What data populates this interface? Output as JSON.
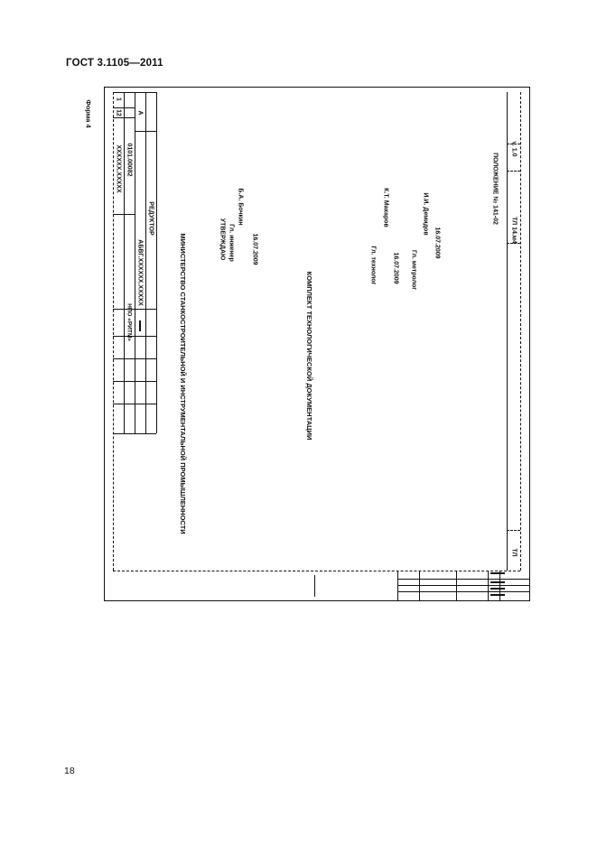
{
  "header": {
    "standard": "ГОСТ 3.1105—2011"
  },
  "form_label": "Форма 4",
  "page_number": "18",
  "stamp": {
    "code": "ХХХХХХ.ХХХХХ",
    "sheet_total": "12",
    "sheet": "1",
    "doc_code": "0101.00082",
    "letter": "А",
    "org": "НПО «РИТМ»",
    "designation": "АБВГ.ХХХХХХ.ХХХХХ",
    "product_name": "РЕДУКТОР"
  },
  "ministry": "МИНИСТЕРСТВО СТАНКОСТРОИТЕЛЬНОЙ И ИНСТРУМЕНТАЛЬНОЙ ПРОМЫШЛЕННОСТИ",
  "approval": {
    "title": "УТВЕРЖДАЮ",
    "position": "Гл. инженер",
    "name": "Б.А. Бочкин",
    "date": "16.07.2009"
  },
  "doc_title": "КОМПЛЕКТ ТЕХНОЛОГИЧЕСКОЙ ДОКУМЕНТАЦИИ",
  "signatures": {
    "technologist_position": "Гл. технолог",
    "technologist_name": "К.Т. Макаров",
    "technologist_date": "16.07.2009",
    "metrologist_position": "Гл. метролог",
    "metrologist_name": "И.И. Демидов",
    "metrologist_date": "16.07.2009"
  },
  "right_strip": {
    "regulation": "ПОЛОЖЕНИЕ № 141-02",
    "version": "v. 1.0",
    "form_code": "ТЛ 14.м4",
    "doc_abbrev": "ТЛ"
  }
}
